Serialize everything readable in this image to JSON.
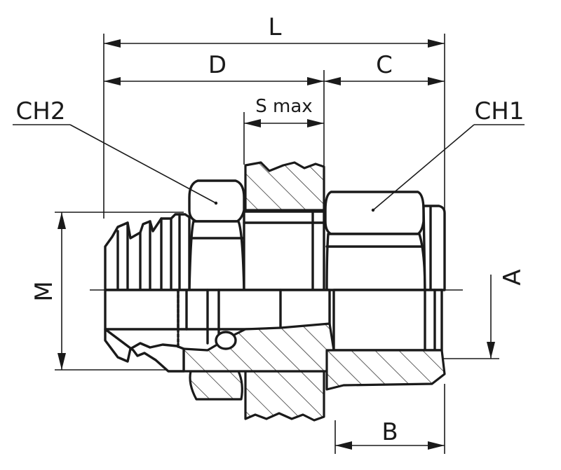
{
  "labels": {
    "L": "L",
    "D": "D",
    "C": "C",
    "S_max": "S max",
    "CH2": "CH2",
    "CH1": "CH1",
    "M": "M",
    "A": "A",
    "B": "B"
  },
  "colors": {
    "ink": "#1a1a1a",
    "background": "#ffffff"
  }
}
